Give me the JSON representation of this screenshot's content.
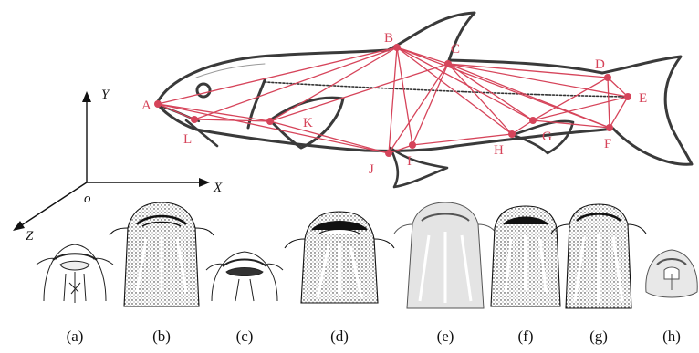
{
  "figure": {
    "landmarks": [
      "A",
      "B",
      "C",
      "D",
      "E",
      "F",
      "G",
      "H",
      "I",
      "J",
      "K",
      "L"
    ],
    "axes": {
      "x": "X",
      "y": "Y",
      "z": "Z",
      "origin": "o"
    },
    "panels": [
      "(a)",
      "(b)",
      "(c)",
      "(d)",
      "(e)",
      "(f)",
      "(g)",
      "(h)"
    ],
    "colors": {
      "landmark": "#d6445a",
      "outline": "#3a3a3a"
    }
  }
}
